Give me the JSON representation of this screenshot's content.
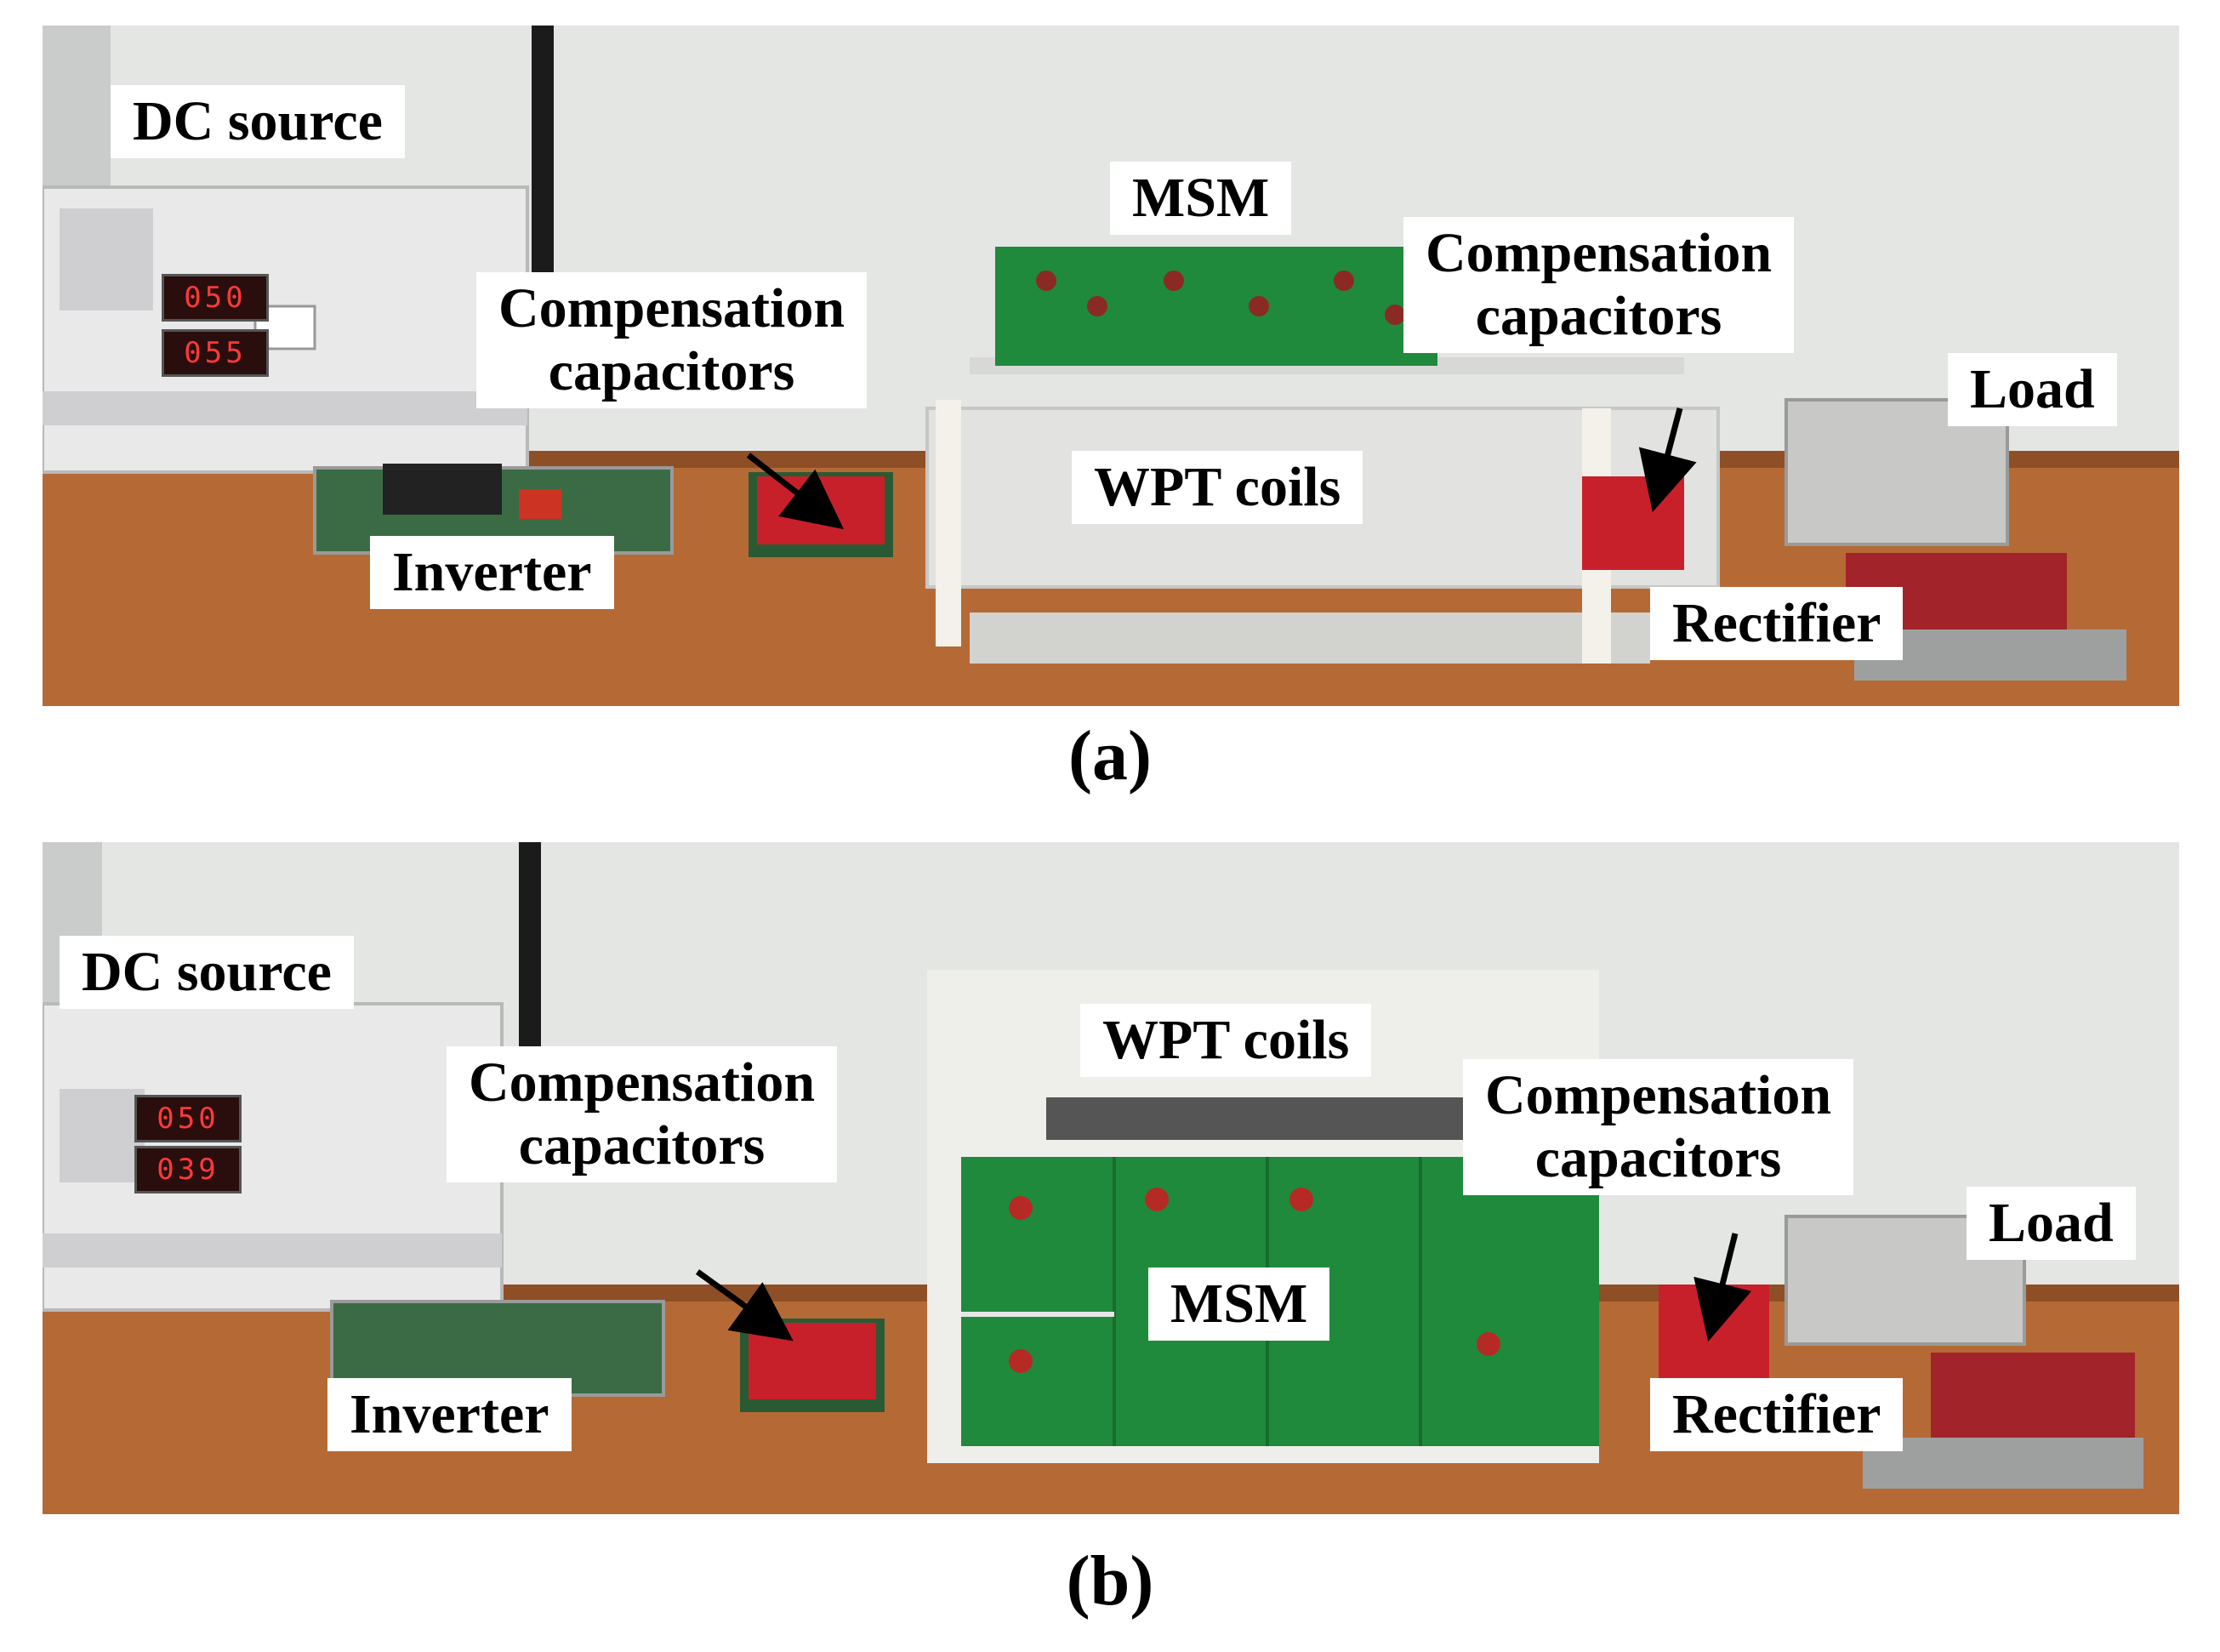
{
  "panels": [
    {
      "caption": "(a)",
      "labels": {
        "dc_source": "DC source",
        "msm": "MSM",
        "comp_left_line1": "Compensation",
        "comp_left_line2": "capacitors",
        "comp_right_line1": "Compensation",
        "comp_right_line2": "capacitors",
        "load": "Load",
        "wpt_coils": "WPT coils",
        "inverter": "Inverter",
        "rectifier": "Rectifier"
      },
      "readouts": {
        "voltage": "050",
        "current": "055"
      }
    },
    {
      "caption": "(b)",
      "labels": {
        "dc_source": "DC source",
        "wpt_coils": "WPT coils",
        "comp_left_line1": "Compensation",
        "comp_left_line2": "capacitors",
        "comp_right_line1": "Compensation",
        "comp_right_line2": "capacitors",
        "load": "Load",
        "msm": "MSM",
        "inverter": "Inverter",
        "rectifier": "Rectifier"
      },
      "readouts": {
        "voltage": "050",
        "current": "039"
      }
    }
  ],
  "colors": {
    "wall": "#e6e8e6",
    "table": "#b86a35",
    "msm_green": "#1f8a3c",
    "capacitor_red": "#c8202a",
    "source_body": "#e8e8e8"
  }
}
